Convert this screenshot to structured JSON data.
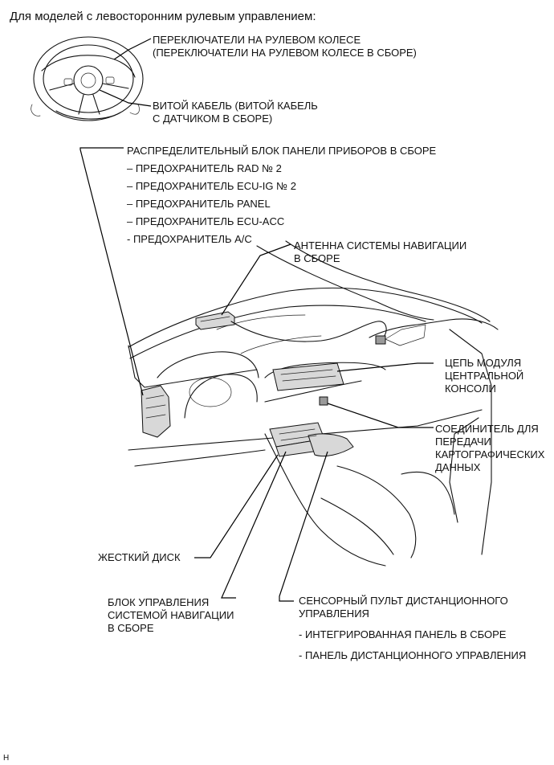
{
  "heading": "Для моделей с левосторонним рулевым управлением:",
  "labels": {
    "steering_pad_switch": [
      "ПЕРЕКЛЮЧАТЕЛИ НА РУЛЕВОМ КОЛЕСЕ",
      "(ПЕРЕКЛЮЧАТЕЛИ НА РУЛЕВОМ КОЛЕСЕ В СБОРЕ)"
    ],
    "spiral_cable": [
      "ВИТОЙ КАБЕЛЬ (ВИТОЙ КАБЕЛЬ",
      "С ДАТЧИКОМ В СБОРЕ)"
    ],
    "junction_block": {
      "title": "РАСПРЕДЕЛИТЕЛЬНЫЙ БЛОК ПАНЕЛИ ПРИБОРОВ В СБОРЕ",
      "items": [
        "– ПРЕДОХРАНИТЕЛЬ RAD № 2",
        "– ПРЕДОХРАНИТЕЛЬ ECU-IG № 2",
        "– ПРЕДОХРАНИТЕЛЬ PANEL",
        "– ПРЕДОХРАНИТЕЛЬ ECU-ACC",
        "- ПРЕДОХРАНИТЕЛЬ A/C"
      ]
    },
    "navigation_antenna": [
      "АНТЕННА СИСТЕМЫ НАВИГАЦИИ",
      "В СБОРЕ"
    ],
    "center_console_module": [
      "ЦЕПЬ МОДУЛЯ",
      "ЦЕНТРАЛЬНОЙ",
      "КОНСОЛИ"
    ],
    "map_data_connector": [
      "СОЕДИНИТЕЛЬ ДЛЯ",
      "ПЕРЕДАЧИ",
      "КАРТОГРАФИЧЕСКИХ",
      "ДАННЫХ"
    ],
    "hard_disk": "ЖЕСТКИЙ ДИСК",
    "navigation_ecu": [
      "БЛОК УПРАВЛЕНИЯ",
      "СИСТЕМОЙ НАВИГАЦИИ",
      "В СБОРЕ"
    ],
    "remote_touch": {
      "title": [
        "СЕНСОРНЫЙ ПУЛЬТ ДИСТАНЦИОННОГО",
        "УПРАВЛЕНИЯ"
      ],
      "items": [
        "- ИНТЕГРИРОВАННАЯ ПАНЕЛЬ В СБОРЕ",
        "- ПАНЕЛЬ ДИСТАНЦИОННОГО УПРАВЛЕНИЯ"
      ]
    }
  },
  "figure_id": "H"
}
